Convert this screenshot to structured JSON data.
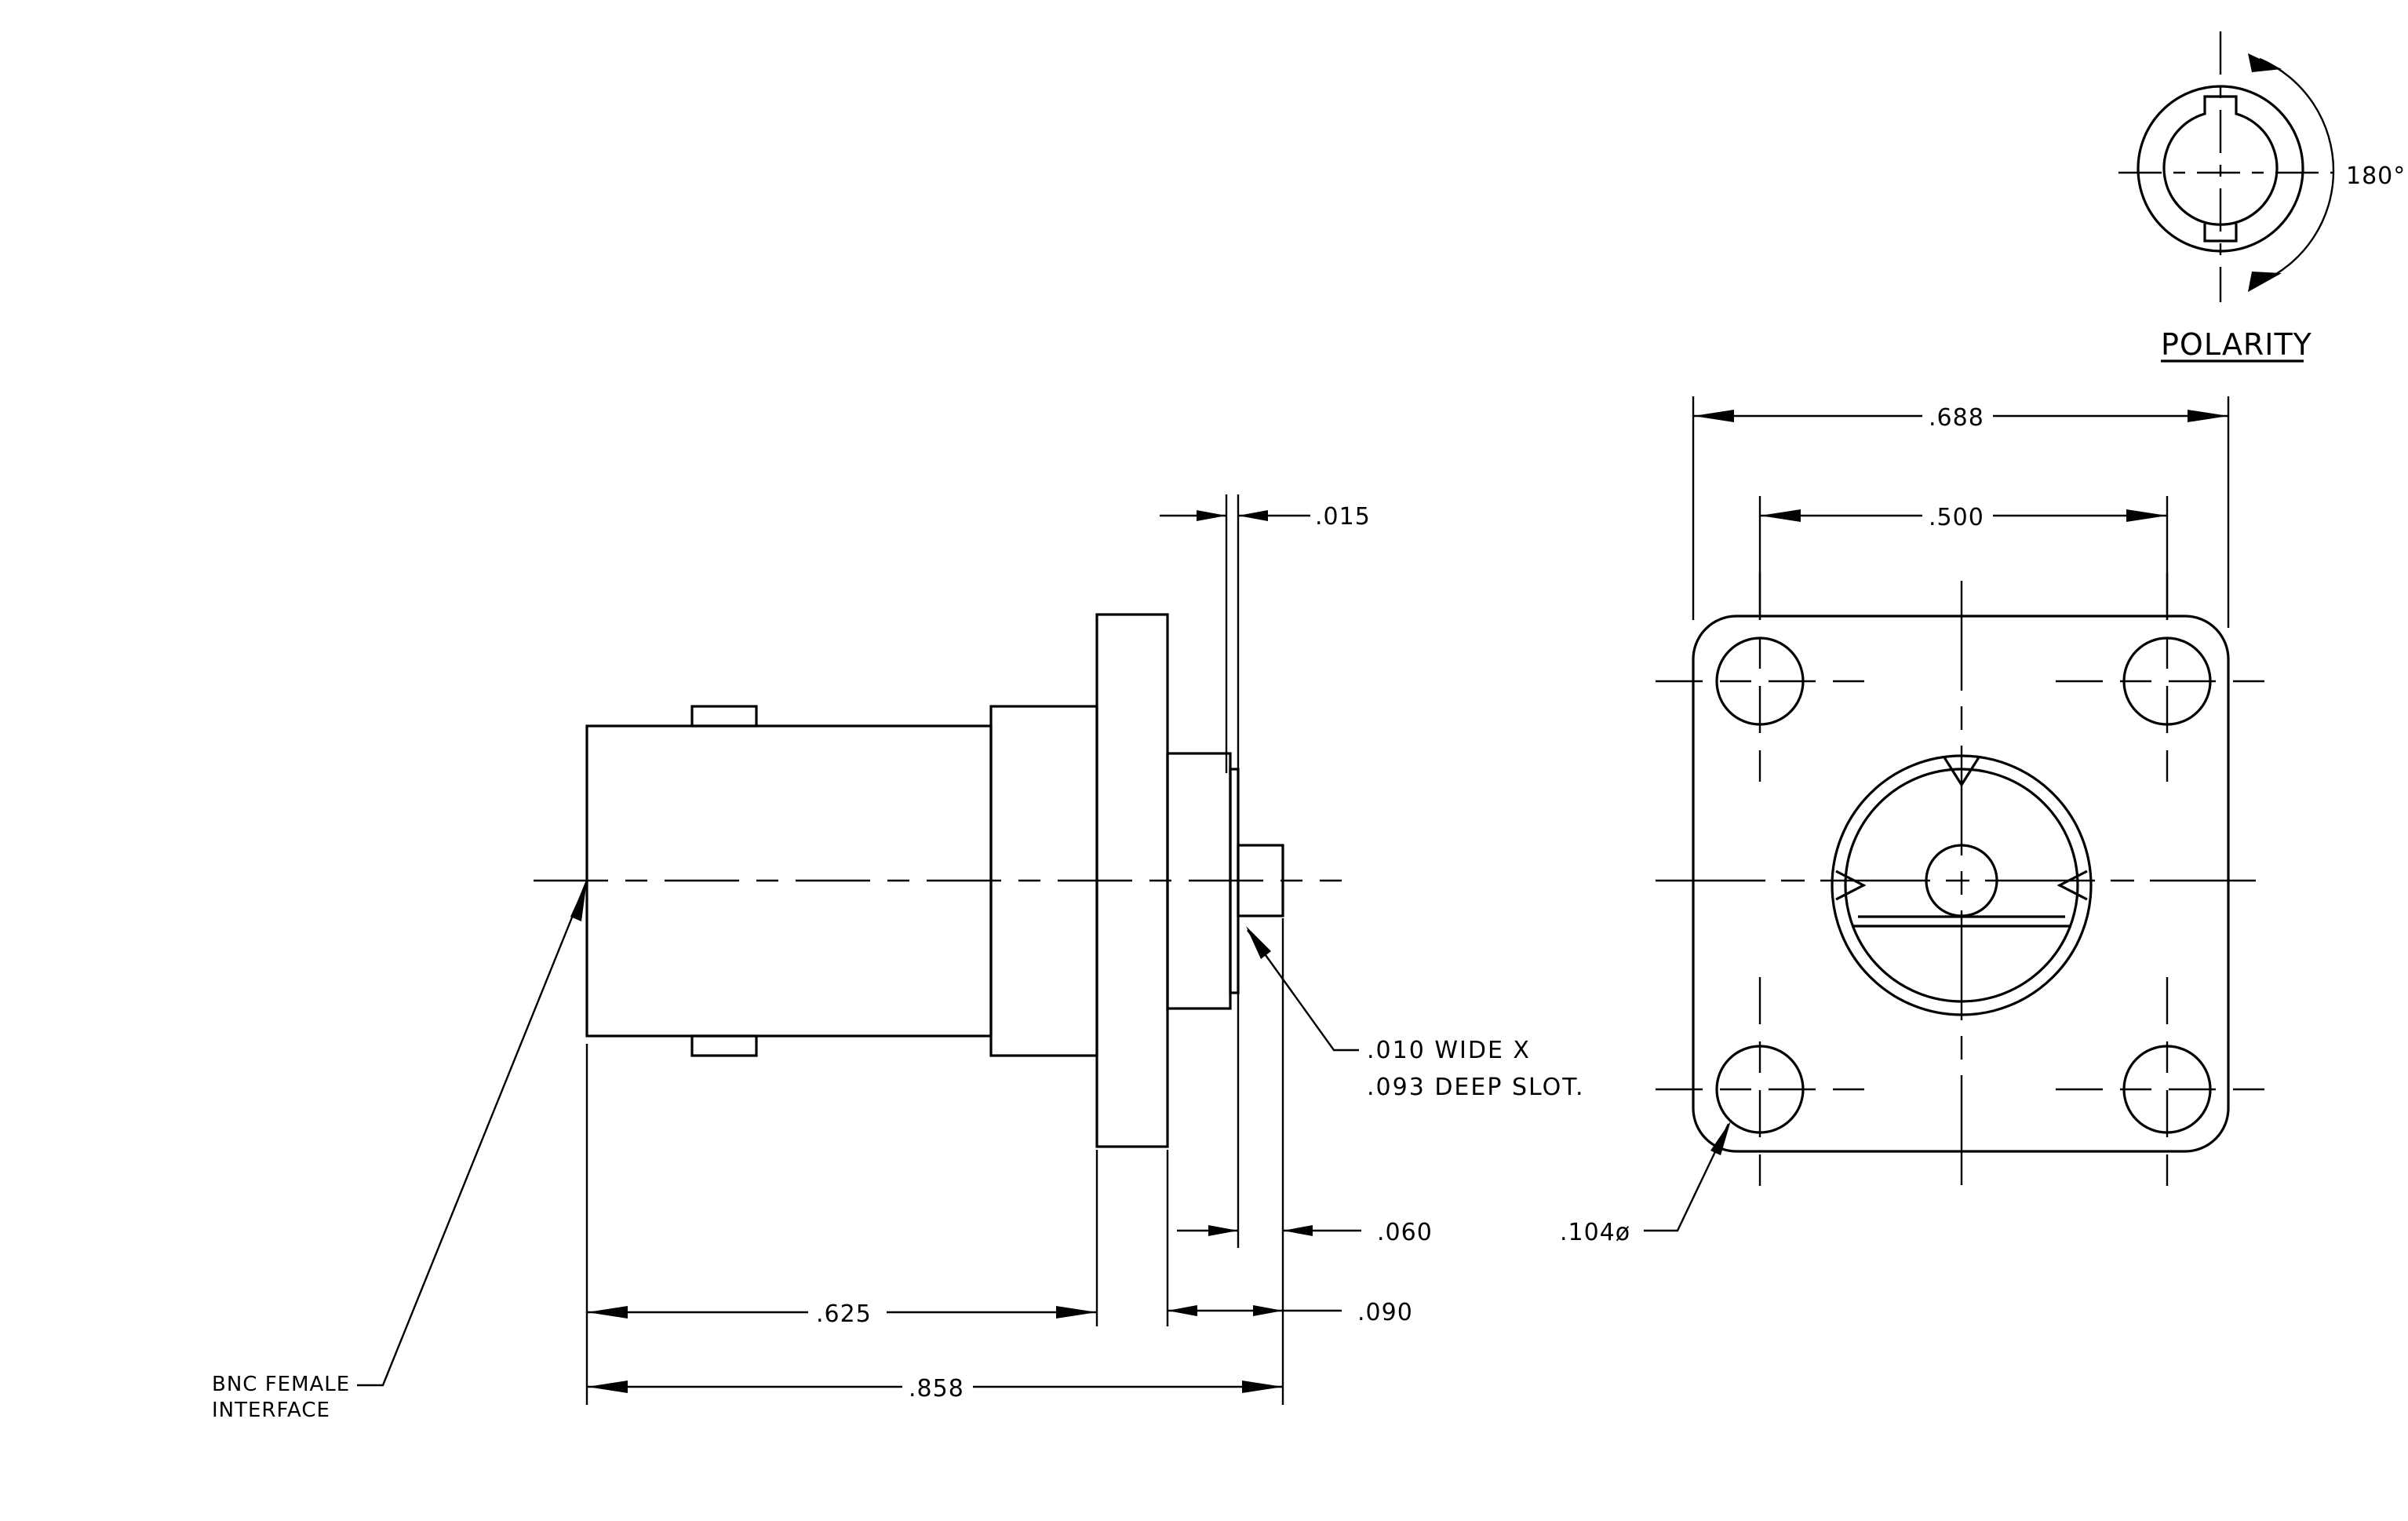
{
  "polarity": {
    "title": "POLARITY",
    "angle": "180°"
  },
  "side_view": {
    "dim_015": ".015",
    "dim_060": ".060",
    "dim_090": ".090",
    "dim_625": ".625",
    "dim_858": ".858",
    "slot_note_line1": ".010 WIDE X",
    "slot_note_line2": ".093 DEEP SLOT.",
    "interface_note_line1": "BNC FEMALE",
    "interface_note_line2": "INTERFACE"
  },
  "front_view": {
    "dim_688": ".688",
    "dim_500": ".500",
    "hole_dia": ".104ø"
  }
}
